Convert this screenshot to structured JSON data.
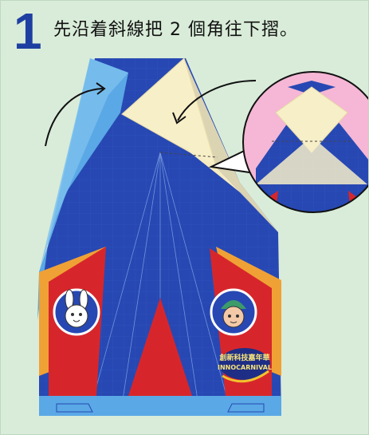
{
  "step": {
    "number": "1",
    "instruction": "先沿着斜線把 2 個角往下摺。"
  },
  "badge": {
    "line1": "創新科技嘉年華",
    "line2": "INNOCARNIVAL"
  },
  "colors": {
    "background": "#d9ecd9",
    "step_number": "#1e3fa1",
    "paper_blue": "#2748b3",
    "paper_light_blue": "#5aa8e6",
    "paper_red": "#d7262b",
    "paper_orange": "#f0a135",
    "folded_flap": "#f7efc8",
    "magnifier_pink": "#f5b7d5"
  },
  "icons": {
    "arrows": "curved-arrow-icon",
    "characters": [
      "rabbit-mascot-icon",
      "boy-mascot-icon"
    ]
  }
}
